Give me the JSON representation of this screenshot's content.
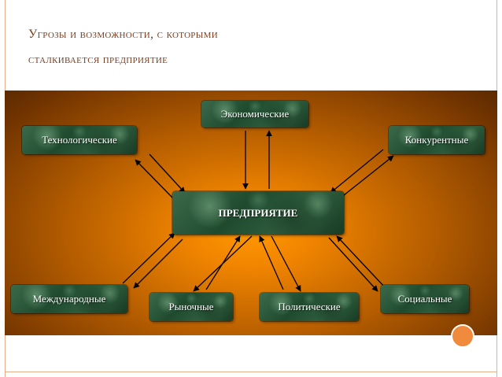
{
  "slide": {
    "title_line1": "Угрозы и возможности, с которыми",
    "title_line2": "сталкивается предприятие"
  },
  "diagram": {
    "center": "ПРЕДПРИЯТИЕ",
    "nodes": {
      "economic": "Экономические",
      "technological": "Технологические",
      "competitive": "Конкурентные",
      "international": "Международные",
      "market": "Рыночные",
      "political": "Политические",
      "social": "Социальные"
    },
    "colors": {
      "title": "#7a3e1e",
      "box_green": "#2f5e3e",
      "background_center": "#ff9700",
      "background_edge": "#5c2a00",
      "arrow": "#000000"
    }
  }
}
